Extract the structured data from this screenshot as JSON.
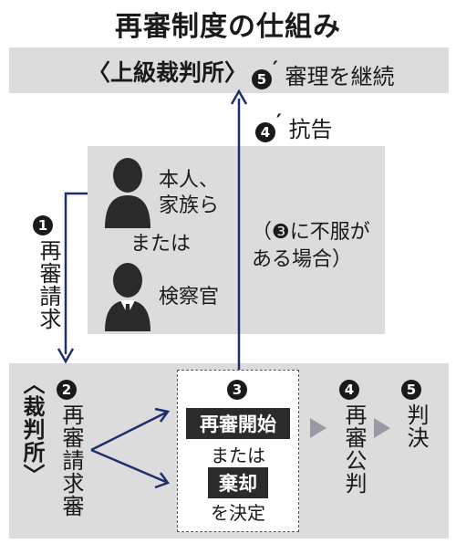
{
  "title": "再審制度の仕組み",
  "upper": {
    "court": "〈上級裁判所〉",
    "step5p_badge": "5",
    "step5p_text": "審理を継続",
    "step4p_badge": "4",
    "step4p_text": "抗告"
  },
  "parties": {
    "person1": "本人、",
    "person1_line2": "家族ら",
    "or": "または",
    "person2": "検察官",
    "objection_line1": "（❸に不服が",
    "objection_line2": "ある場合）"
  },
  "step1": {
    "badge": "1",
    "text": "再審請求"
  },
  "lower": {
    "court": "〈裁判所〉",
    "step2_badge": "2",
    "step2_text": "再審請求審",
    "step3_badge": "3",
    "decision_start": "再審開始",
    "decision_or": "または",
    "decision_reject": "棄却",
    "decision_suffix": "を決定",
    "step4_badge": "4",
    "step4_text": "再審公判",
    "step5_badge": "5",
    "step5_text": "判決"
  },
  "colors": {
    "band": "#dcdcdc",
    "ink": "#1a1a1a",
    "navy": "#1f2f6b",
    "triangle": "#9a9aa6"
  }
}
